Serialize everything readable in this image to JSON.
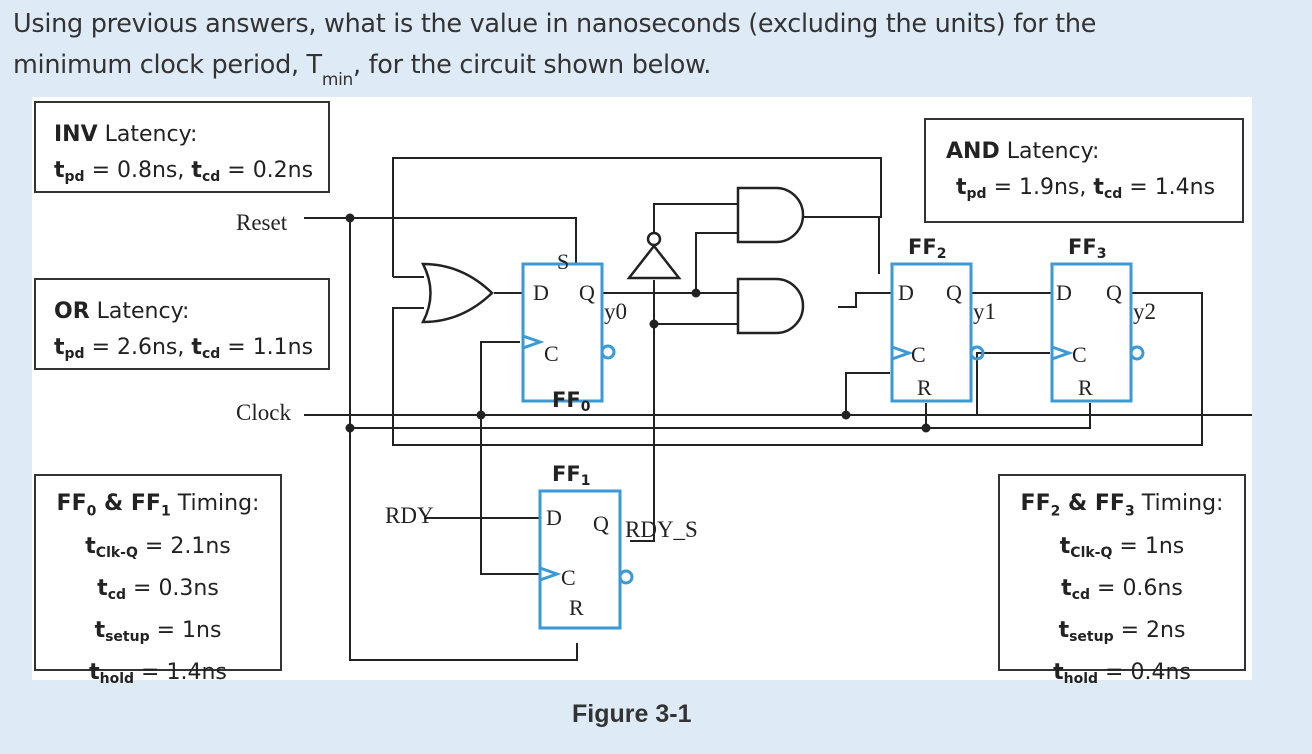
{
  "question": {
    "line1": "Using previous answers, what is the value in nanoseconds (excluding the units) for the",
    "line2_pre": "minimum clock period, T",
    "line2_sub": "min",
    "line2_post": ", for the circuit shown below."
  },
  "figure": {
    "caption": "Figure 3-1",
    "accent_color": "#3b9ad6",
    "boxes": {
      "inv": {
        "gate": "INV",
        "title": "Latency:",
        "tpd": "0.8ns",
        "tcd": "0.2ns"
      },
      "or": {
        "gate": "OR",
        "title": "Latency:",
        "tpd": "2.6ns",
        "tcd": "1.1ns"
      },
      "and": {
        "gate": "AND",
        "title": "Latency:",
        "tpd": "1.9ns",
        "tcd": "1.4ns"
      },
      "ff01": {
        "title_a": "FF",
        "title_a_sub": "0",
        "amp": "&",
        "title_b": "FF",
        "title_b_sub": "1",
        "title_rest": "Timing:",
        "tclkq": "2.1ns",
        "tcd": "0.3ns",
        "tsetup": "1ns",
        "thold": "1.4ns"
      },
      "ff23": {
        "title_a": "FF",
        "title_a_sub": "2",
        "amp": "&",
        "title_b": "FF",
        "title_b_sub": "3",
        "title_rest": "Timing:",
        "tclkq": "1ns",
        "tcd": "0.6ns",
        "tsetup": "2ns",
        "thold": "0.4ns"
      }
    },
    "param_labels": {
      "t": "t",
      "pd": "pd",
      "cd": "cd",
      "clkq": "Clk-Q",
      "setup": "setup",
      "hold": "hold",
      "eq": " = ",
      "comma": ", "
    },
    "signals": {
      "reset": "Reset",
      "clock": "Clock",
      "rdy": "RDY",
      "rdy_s": "RDY_S",
      "y0": "y0",
      "y1": "y1",
      "y2": "y2"
    },
    "flipflops": [
      {
        "name": "FF",
        "sub": "0",
        "pins": [
          "S",
          "D",
          "Q",
          "C"
        ]
      },
      {
        "name": "FF",
        "sub": "1",
        "pins": [
          "D",
          "Q",
          "C",
          "R"
        ]
      },
      {
        "name": "FF",
        "sub": "2",
        "pins": [
          "D",
          "Q",
          "C",
          "R"
        ]
      },
      {
        "name": "FF",
        "sub": "3",
        "pins": [
          "D",
          "Q",
          "C",
          "R"
        ]
      }
    ]
  }
}
